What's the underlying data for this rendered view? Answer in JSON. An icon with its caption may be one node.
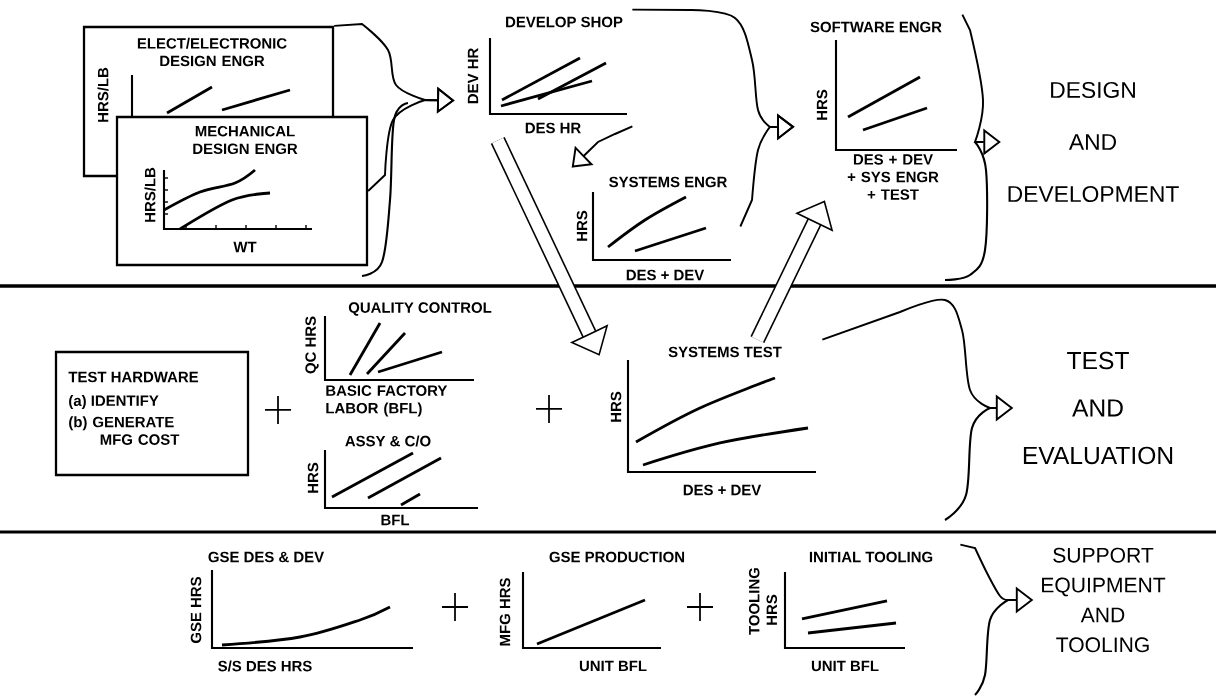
{
  "diagram": {
    "nodes": [
      {
        "text": [
          "ELECT/ELECTRONIC DESIGN ENGR",
          "HRS/LB"
        ]
      },
      {
        "text": [
          "MECHANICAL DESIGN ENGR",
          "HRS/LB",
          "WT"
        ]
      },
      {
        "text": [
          "DEVELOP SHOP",
          "DEV HR",
          "DES HR"
        ]
      },
      {
        "text": [
          "SYSTEMS ENGR",
          "HRS",
          "DES + DEV"
        ]
      },
      {
        "text": [
          "SOFTWARE ENGR",
          "HRS",
          "DES + DEV + SYS ENGR + TEST"
        ]
      },
      {
        "text": [
          "DESIGN AND DEVELOPMENT"
        ]
      },
      {
        "text": [
          "TEST HARDWARE",
          "(a) IDENTIFY",
          "(b) GENERATE MFG COST"
        ]
      },
      {
        "text": [
          "QUALITY CONTROL",
          "QC HRS",
          "BASIC FACTORY LABOR (BFL)"
        ]
      },
      {
        "text": [
          "ASSY & C/O",
          "HRS",
          "BFL"
        ]
      },
      {
        "text": [
          "SYSTEMS TEST",
          "HRS",
          "DES + DEV"
        ]
      },
      {
        "text": [
          "TEST AND EVALUATION"
        ]
      },
      {
        "text": [
          "GSE DES & DEV",
          "GSE HRS",
          "S/S DES HRS"
        ]
      },
      {
        "text": [
          "GSE PRODUCTION",
          "MFG HRS",
          "UNIT BFL"
        ]
      },
      {
        "text": [
          "INITIAL TOOLING",
          "TOOLING HRS",
          "UNIT BFL"
        ]
      },
      {
        "text": [
          "SUPPORT EQUIPMENT AND TOOLING"
        ]
      }
    ],
    "edges": [
      {
        "from": 0,
        "to": 2,
        "arrow": "to"
      },
      {
        "from": 1,
        "to": 2,
        "arrow": "to"
      },
      {
        "from": 2,
        "to": 3,
        "arrow": "to"
      },
      {
        "from": 2,
        "to": 9,
        "arrow": "to",
        "style": "thick"
      },
      {
        "from": 2,
        "to": 4,
        "arrow": "to"
      },
      {
        "from": 3,
        "to": 4,
        "arrow": "to"
      },
      {
        "from": 9,
        "to": 4,
        "arrow": "to",
        "style": "thick"
      },
      {
        "from": 4,
        "to": 5,
        "arrow": "to"
      },
      {
        "from": 9,
        "to": 10,
        "arrow": "to"
      },
      {
        "from": 13,
        "to": 14,
        "arrow": "to"
      }
    ]
  }
}
